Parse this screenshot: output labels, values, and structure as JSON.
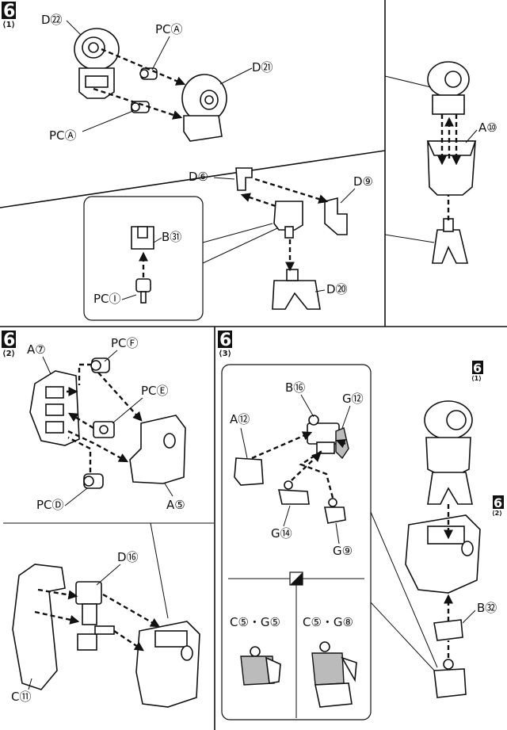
{
  "steps": {
    "s1": {
      "num": "6",
      "sub": "⟨1⟩"
    },
    "s2": {
      "num": "6",
      "sub": "⟨2⟩"
    },
    "s3": {
      "num": "6",
      "sub": "⟨3⟩"
    },
    "ref1": {
      "num": "6",
      "sub": "⟨1⟩"
    },
    "ref2": {
      "num": "6",
      "sub": "⟨2⟩"
    }
  },
  "labels": {
    "d22": "D㉒",
    "pca_top": "PCⒶ",
    "d21": "D㉑",
    "pca_bottom": "PCⒶ",
    "a10": "A⑩",
    "d6": "D⑥",
    "d9": "D⑨",
    "b31": "B㉛",
    "pci": "PCⒾ",
    "d20": "D⑳",
    "a7": "A⑦",
    "pcf": "PCⒻ",
    "pce": "PCⒺ",
    "pcd": "PCⒹ",
    "a5": "A⑤",
    "d16": "D⑯",
    "c11": "C⑪",
    "b16": "B⑯",
    "g12": "G⑫",
    "a12": "A⑫",
    "g14": "G⑭",
    "g9": "G⑨",
    "b32": "B㉜",
    "c5g5": "C⑤・G⑤",
    "c5g8": "C⑤・G⑧"
  }
}
